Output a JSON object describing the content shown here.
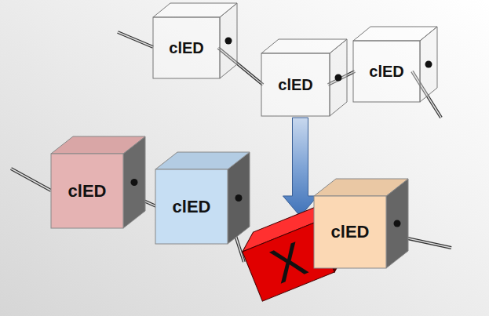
{
  "diagram": {
    "nodes": [
      {
        "text": [
          "clED"
        ]
      },
      {
        "text": [
          "clED"
        ]
      },
      {
        "text": [
          "clED"
        ]
      },
      {
        "text": [
          "clED"
        ]
      },
      {
        "text": [
          "clED"
        ]
      },
      {
        "text": [
          "X"
        ]
      },
      {
        "text": [
          "clED"
        ]
      }
    ],
    "edges": [
      {
        "from": 0,
        "to": 1,
        "arrow": "none"
      },
      {
        "from": 1,
        "to": 2,
        "arrow": "none"
      },
      {
        "from": 3,
        "to": 4,
        "arrow": "none"
      },
      {
        "from": 4,
        "to": 5,
        "arrow": "none"
      },
      {
        "from": 5,
        "to": 6,
        "arrow": "none"
      },
      {
        "from": 1,
        "to": 5,
        "arrow": "to"
      }
    ]
  }
}
